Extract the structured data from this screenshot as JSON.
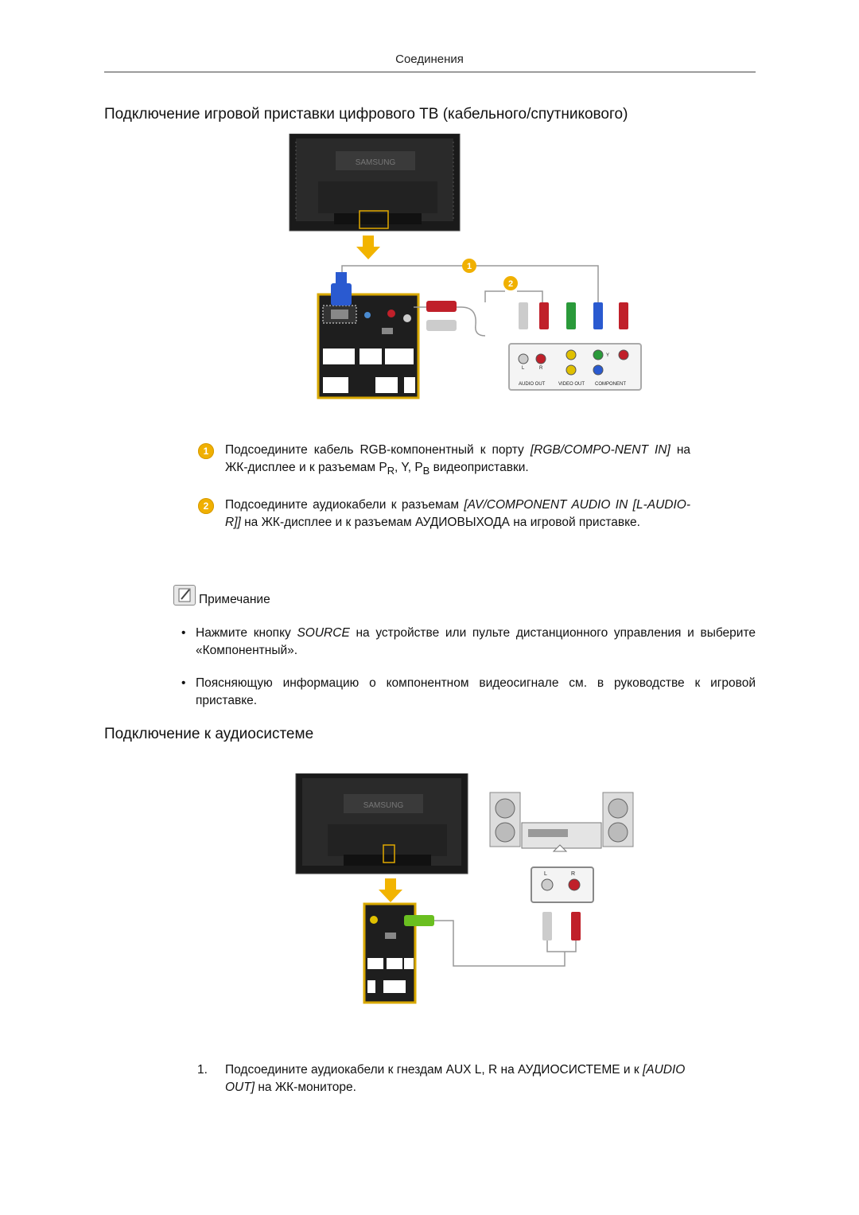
{
  "header": {
    "title": "Соединения"
  },
  "section1": {
    "heading": "Подключение игровой приставки цифрового ТВ (кабельного/спутникового)",
    "diagram": {
      "brand_text": "SAMSUNG",
      "callouts": [
        "1",
        "2"
      ],
      "panel_labels": [
        "AUDIO OUT",
        "VIDEO OUT",
        "COMPONENT",
        "L",
        "R",
        "Y"
      ]
    },
    "steps": [
      {
        "badge": "1",
        "p1": "Подсоедините кабель RGB-компонентный к порту ",
        "it1": "[RGB/COMPO-NENT IN]",
        "p2": " на ЖК-дисплее и к разъемам P",
        "sub1": "R",
        "p3": ", Y, P",
        "sub2": "B",
        "p4": " видеоприставки."
      },
      {
        "badge": "2",
        "p1": "Подсоедините аудиокабели к разъемам ",
        "it1": "[AV/COMPONENT AUDIO IN [L-AUDIO-R]]",
        "p2": " на ЖК-дисплее и к разъемам АУДИОВЫХОДА на игровой приставке."
      }
    ],
    "note": {
      "title": "Примечание",
      "bullets": [
        {
          "p1": "Нажмите кнопку ",
          "it1": "SOURCE",
          "p2": " на устройстве или пульте дистанционного управления и выберите «Компонентный»."
        },
        {
          "p1": "Поясняющую информацию о компонентном видеосигнале см. в руководстве к игровой приставке."
        }
      ],
      "bullet_symbol": "•"
    }
  },
  "section2": {
    "heading": "Подключение к аудиосистеме",
    "diagram": {
      "brand_text": "SAMSUNG",
      "panel_labels": [
        "L",
        "R"
      ]
    },
    "steps": [
      {
        "num": "1.",
        "p1": "Подсоедините аудиокабели к гнездам AUX L, R на АУДИОСИСТЕМЕ и к ",
        "it1": "[AUDIO OUT]",
        "p2": " на ЖК-мониторе."
      }
    ]
  },
  "colors": {
    "badge": "#f0b000",
    "arrow": "#f2b400",
    "cable_red": "#c0202a",
    "cable_green": "#2a9a3a",
    "cable_blue": "#2a5ad0",
    "panel_frame": "#d8a800"
  }
}
